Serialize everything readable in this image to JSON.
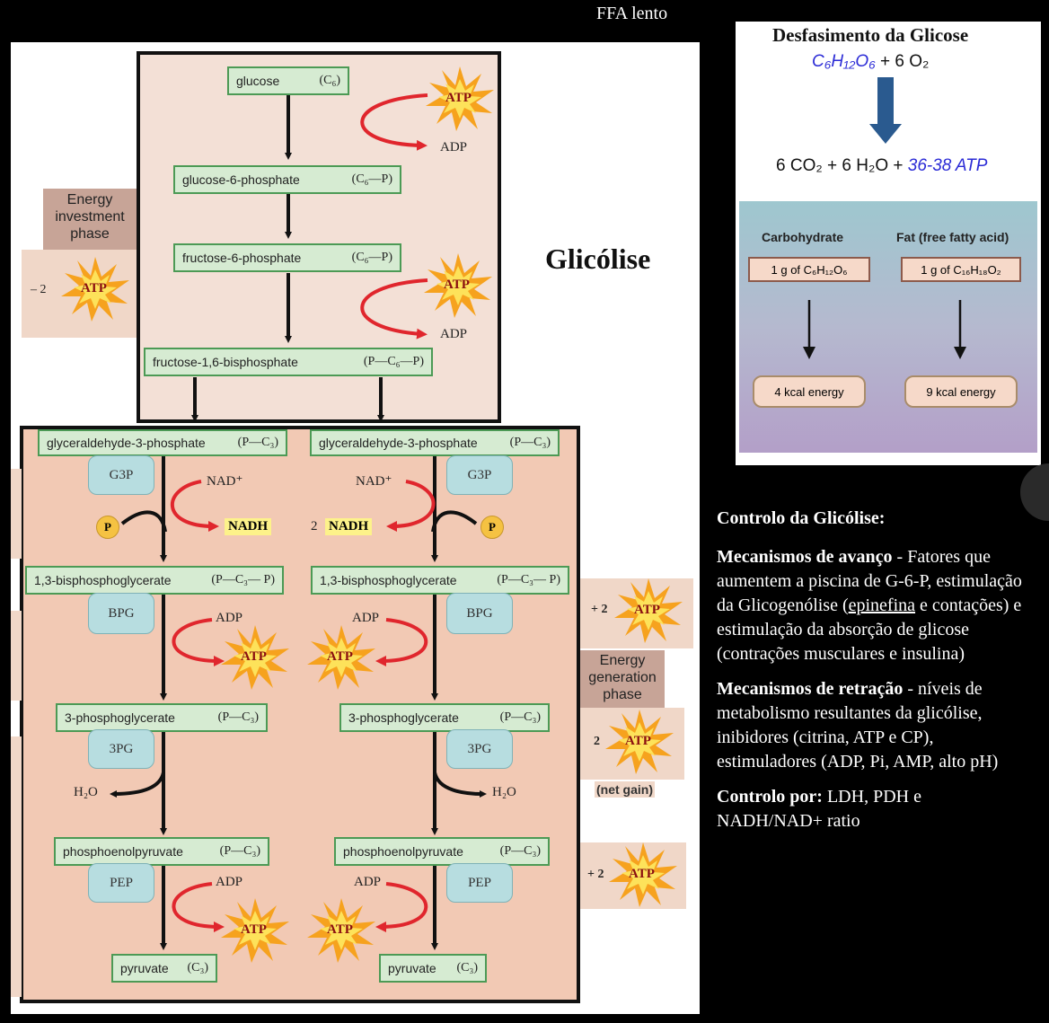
{
  "top_label": "FFA lento",
  "title": "Glicólise",
  "phases": {
    "investment": "Energy investment phase",
    "generation": "Energy generation phase"
  },
  "side_values": {
    "minus2": "– 2",
    "plus2_a": "+ 2",
    "plus2_b": "+ 2",
    "two": "2",
    "net_gain": "(net gain)"
  },
  "molecules": {
    "glucose": "glucose",
    "glucose_f": "(C₆)",
    "g6p": "glucose-6-phosphate",
    "g6p_f": "(C₆—P)",
    "f6p": "fructose-6-phosphate",
    "f6p_f": "(C₆—P)",
    "f16bp": "fructose-1,6-bisphosphate",
    "f16bp_f": "(P—C₆—P)",
    "gap": "glyceraldehyde-3-phosphate",
    "gap_f": "(P—C₃)",
    "bpg13": "1,3-bisphosphoglycerate",
    "bpg13_f": "(P—C₃— P)",
    "pg3": "3-phosphoglycerate",
    "pg3_f": "(P—C₃)",
    "pep": "phosphoenolpyruvate",
    "pep_f": "(P—C₃)",
    "pyruvate": "pyruvate",
    "pyruvate_f": "(C₃)"
  },
  "abbrev": {
    "g3p": "G3P",
    "bpg": "BPG",
    "pg": "3PG",
    "pep": "PEP"
  },
  "cofactors": {
    "atp": "ATP",
    "adp": "ADP",
    "nad": "NAD⁺",
    "nadh": "NADH",
    "two_nadh": "2",
    "p": "P",
    "h2o": "H₂O"
  },
  "breakdown": {
    "title": "Desfasimento da Glicose",
    "reactant": "C₆H₁₂O₆",
    "reactant_rest": " + 6 O₂",
    "product": "6 CO₂ + 6 H₂O + ",
    "product_atp": "36-38 ATP",
    "carb_head": "Carbohydrate",
    "fat_head": "Fat (free fatty acid)",
    "carb_amount": "1 g of C₆H₁₂O₆",
    "fat_amount": "1 g of C₁₆H₁₈O₂",
    "carb_energy": "4 kcal energy",
    "fat_energy": "9 kcal energy"
  },
  "control": {
    "heading": "Controlo da Glicólise:",
    "advance_title": "Mecanismos de avanço",
    "advance_text_1": " - Fatores que aumentem a piscina de G-6-P, estimulação da Glicogenólise (",
    "advance_link": "epinefina",
    "advance_text_2": " e contações) e estimulação da absorção de glicose (contrações musculares e insulina)",
    "retract_title": "Mecanismos de retração",
    "retract_text": " - níveis de metabolismo resultantes da glicólise, inibidores (citrina, ATP e CP), estimuladores (ADP, Pi, AMP, alto pH)",
    "by_title": "Controlo por:",
    "by_text": " LDH, PDH e NADH/NAD+ ratio"
  },
  "colors": {
    "arrow_red": "#e0262d",
    "box_fill": "#d6ebd2",
    "panel": "#f2c9b4",
    "burst": "#f6a21e",
    "atp_blue": "#2b2bd6"
  }
}
